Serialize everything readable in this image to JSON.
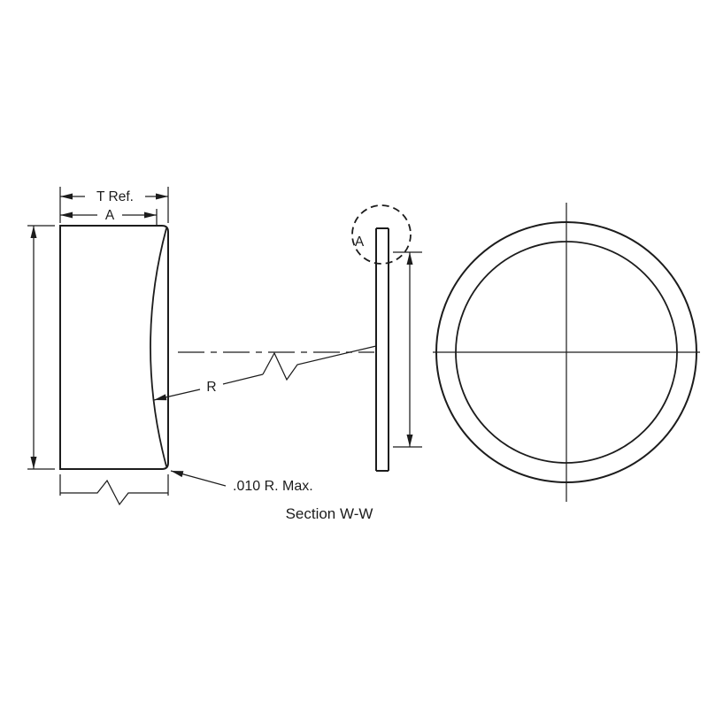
{
  "diagram": {
    "type": "technical-section-drawing",
    "title": "Section W-W",
    "labels": {
      "t_ref": "T Ref.",
      "a_top": "A",
      "radius": "R",
      "detail_a": "A",
      "corner_radius": ".010 R. Max."
    },
    "colors": {
      "line": "#1c1c1c",
      "background": "#ffffff"
    }
  }
}
